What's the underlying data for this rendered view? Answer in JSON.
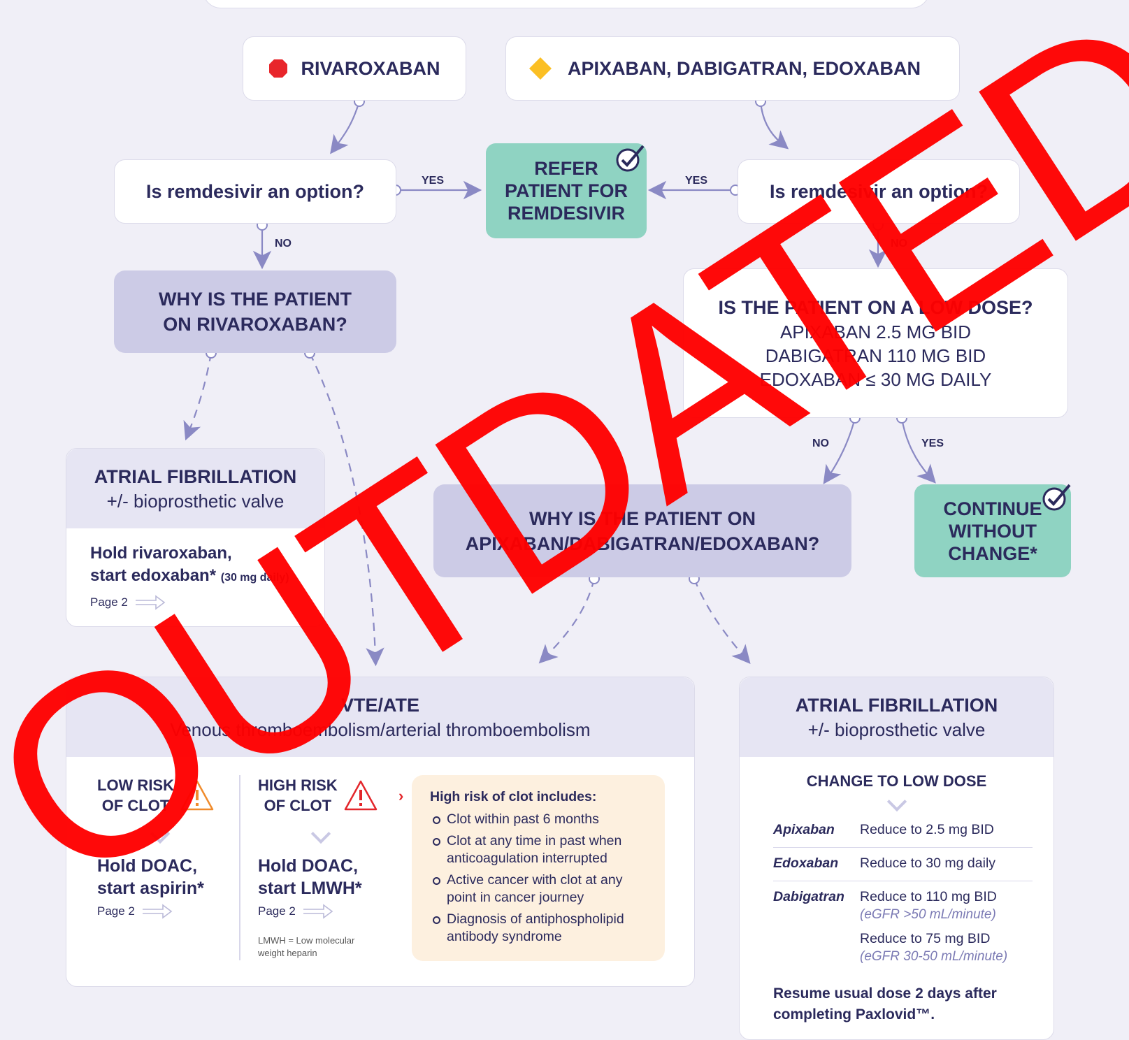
{
  "stamp": "OUTDATED",
  "colors": {
    "stamp": "#ff0000",
    "line": "#8a89c4",
    "green": "#8fd3c2",
    "purple": "#cccbe6"
  },
  "top_left": {
    "icon": "stop-octagon-icon",
    "label": "RIVAROXABAN"
  },
  "top_right": {
    "icon": "diamond-caution-icon",
    "label": "APIXABAN, DABIGATRAN, EDOXABAN"
  },
  "q_left": "Is remdesivir an option?",
  "q_right": "Is remdesivir an option?",
  "yes": "YES",
  "no": "NO",
  "refer": {
    "line1": "REFER",
    "line2": "PATIENT FOR",
    "line3": "REMDESIVIR"
  },
  "why_riva": {
    "line1": "WHY IS THE PATIENT",
    "line2": "ON RIVAROXABAN?"
  },
  "low_dose": {
    "title": "IS THE PATIENT ON A LOW DOSE?",
    "l1": "APIXABAN 2.5 MG BID",
    "l2": "DABIGATRAN 110 MG BID",
    "l3": "EDOXABAN ≤ 30 MG DAILY"
  },
  "continue": {
    "line1": "CONTINUE",
    "line2": "WITHOUT",
    "line3": "CHANGE*"
  },
  "why_apix": {
    "line1": "WHY IS THE PATIENT ON",
    "line2": "APIXABAN/DABIGATRAN/EDOXABAN?"
  },
  "af_left": {
    "title": "ATRIAL FIBRILLATION",
    "sub": "+/- bioprosthetic valve",
    "action1": "Hold rivaroxaban,",
    "action2": "start edoxaban*",
    "dose": "(30 mg daily)",
    "page": "Page 2"
  },
  "vte": {
    "title": "VTE/ATE",
    "sub": "Venous thromboembolism/arterial thromboembolism",
    "low": {
      "l1": "LOW RISK",
      "l2": "OF CLOT",
      "a1": "Hold DOAC,",
      "a2": "start aspirin*",
      "page": "Page 2"
    },
    "high": {
      "l1": "HIGH RISK",
      "l2": "OF CLOT",
      "a1": "Hold DOAC,",
      "a2": "start LMWH*",
      "page": "Page 2",
      "note1": "LMWH = Low molecular",
      "note2": "weight heparin"
    },
    "risk_title": "High risk of clot includes:",
    "risk_items": [
      {
        "a": "Clot within past 6 months",
        "b": ""
      },
      {
        "a": "Clot at any time in past when",
        "b": "anticoagulation interrupted"
      },
      {
        "a": "Active cancer with clot at any",
        "b": "point in cancer journey"
      },
      {
        "a": "Diagnosis of antiphospholipid",
        "b": "antibody syndrome"
      }
    ]
  },
  "af_right": {
    "title": "ATRIAL FIBRILLATION",
    "sub": "+/- bioprosthetic valve",
    "change": "CHANGE TO LOW DOSE",
    "rows": [
      {
        "drug": "Apixaban",
        "dose": "Reduce to 2.5 mg BID",
        "note": ""
      },
      {
        "drug": "Edoxaban",
        "dose": "Reduce to 30 mg daily",
        "note": ""
      },
      {
        "drug": "Dabigatran",
        "dose": "Reduce to 110 mg BID",
        "note": "(eGFR >50 mL/minute)"
      },
      {
        "drug": "",
        "dose": "Reduce to 75 mg BID",
        "note": "(eGFR 30-50 mL/minute)"
      }
    ],
    "resume1": "Resume usual dose 2 days after",
    "resume2": "completing Paxlovid™."
  }
}
